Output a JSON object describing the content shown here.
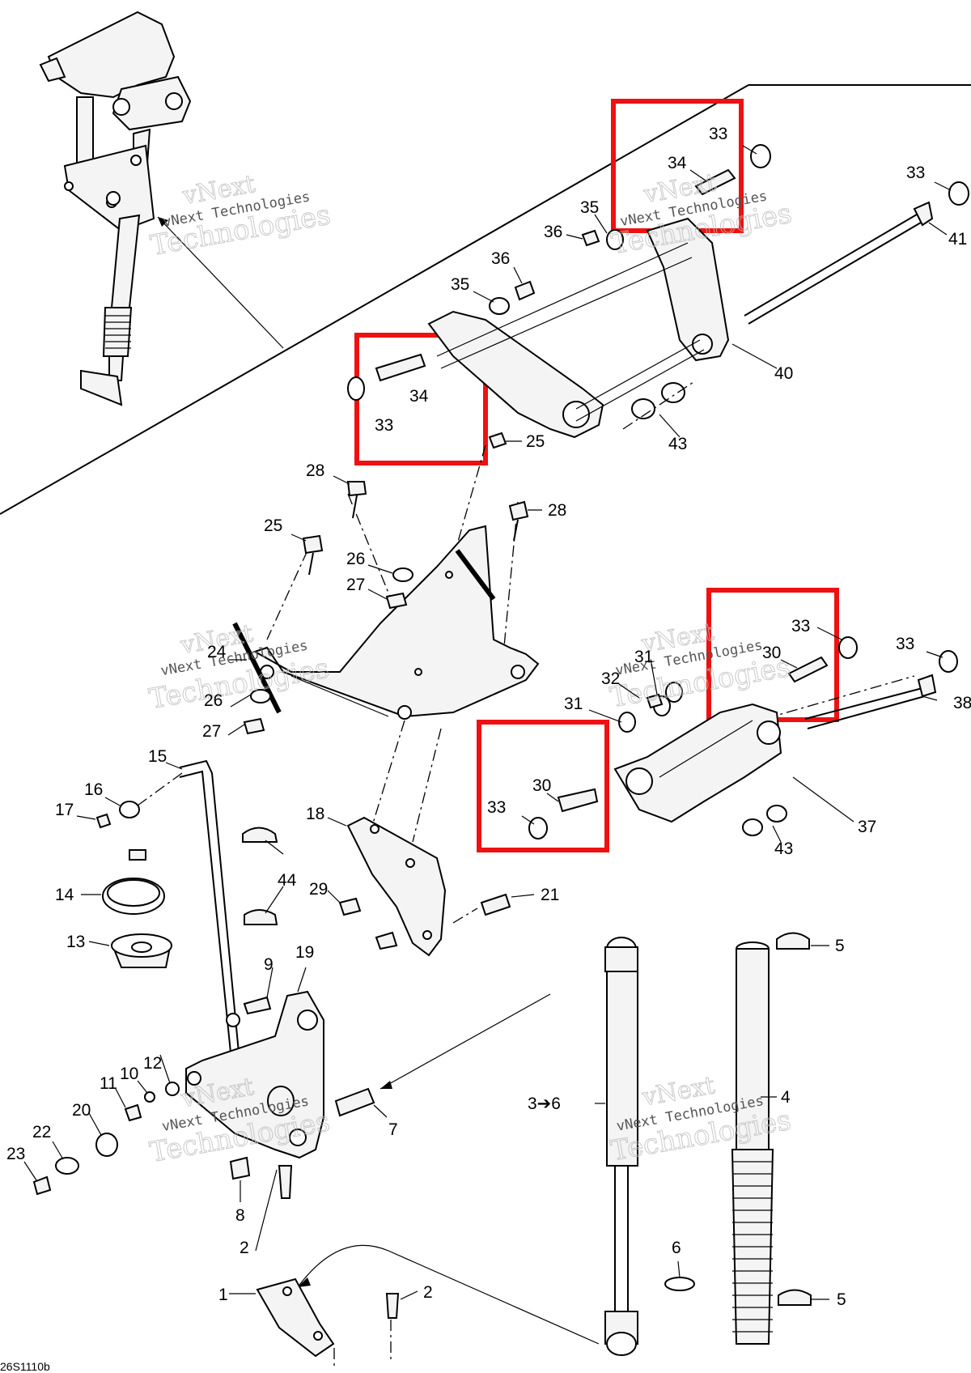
{
  "diagram_code": "26S1110b",
  "watermark": {
    "line1": "vNext Technologies",
    "line2": "vNext",
    "line3": "Technologies"
  },
  "callouts": {
    "c1": "1",
    "c2a": "2",
    "c2b": "2",
    "c3": "3➔6",
    "c4": "4",
    "c5a": "5",
    "c5b": "5",
    "c6": "6",
    "c7": "7",
    "c8": "8",
    "c9": "9",
    "c10": "10",
    "c11": "11",
    "c12": "12",
    "c13": "13",
    "c14": "14",
    "c15": "15",
    "c16": "16",
    "c17": "17",
    "c18": "18",
    "c19": "19",
    "c20": "20",
    "c21": "21",
    "c22": "22",
    "c23": "23",
    "c24": "24",
    "c25a": "25",
    "c25b": "25",
    "c26a": "26",
    "c26b": "26",
    "c27a": "27",
    "c27b": "27",
    "c28a": "28",
    "c28b": "28",
    "c29": "29",
    "c30a": "30",
    "c30b": "30",
    "c31a": "31",
    "c31b": "31",
    "c32": "32",
    "c33a": "33",
    "c33b": "33",
    "c33c": "33",
    "c33d": "33",
    "c33e": "33",
    "c33f": "33",
    "c34a": "34",
    "c34b": "34",
    "c35a": "35",
    "c35b": "35",
    "c36a": "36",
    "c36b": "36",
    "c37": "37",
    "c38": "38",
    "c40": "40",
    "c41": "41",
    "c43a": "43",
    "c43b": "43",
    "c44": "44"
  },
  "colors": {
    "highlight": "#e11111",
    "line": "#000000"
  }
}
